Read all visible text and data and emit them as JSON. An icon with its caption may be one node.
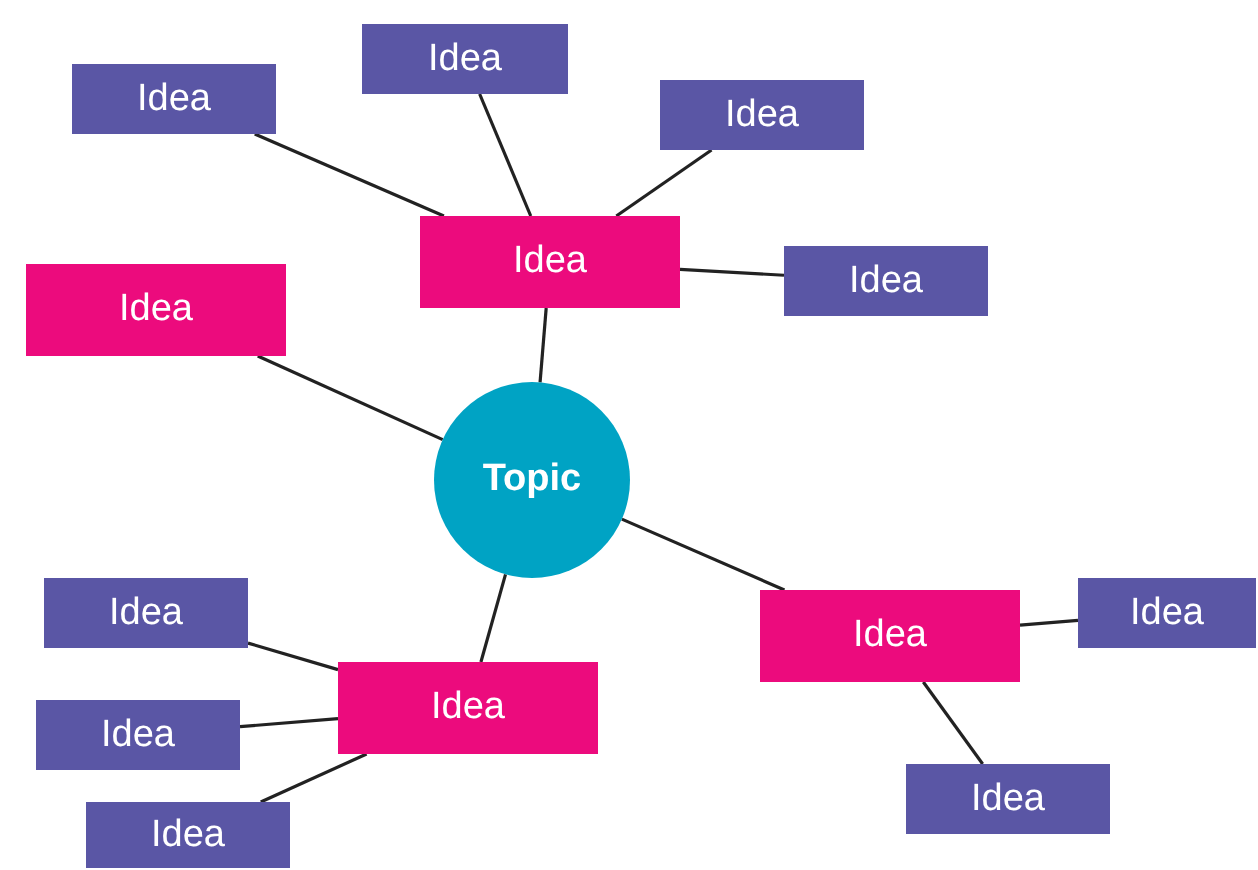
{
  "diagram": {
    "nodes": [
      {
        "text": [
          "Idea"
        ]
      },
      {
        "text": [
          "Idea"
        ]
      },
      {
        "text": [
          "Idea"
        ]
      },
      {
        "text": [
          "Idea"
        ]
      },
      {
        "text": [
          "Idea"
        ]
      },
      {
        "text": [
          "Idea"
        ]
      },
      {
        "text": [
          "Topic"
        ]
      },
      {
        "text": [
          "Idea"
        ]
      },
      {
        "text": [
          "Idea"
        ]
      },
      {
        "text": [
          "Idea"
        ]
      },
      {
        "text": [
          "Idea"
        ]
      },
      {
        "text": [
          "Idea"
        ]
      },
      {
        "text": [
          "Idea"
        ]
      },
      {
        "text": [
          "Idea"
        ]
      }
    ],
    "edges": [
      {
        "from": 6,
        "to": 3,
        "arrow": "none"
      },
      {
        "from": 6,
        "to": 5,
        "arrow": "none"
      },
      {
        "from": 6,
        "to": 10,
        "arrow": "none"
      },
      {
        "from": 6,
        "to": 9,
        "arrow": "none"
      },
      {
        "from": 3,
        "to": 0,
        "arrow": "none"
      },
      {
        "from": 3,
        "to": 1,
        "arrow": "none"
      },
      {
        "from": 3,
        "to": 2,
        "arrow": "none"
      },
      {
        "from": 3,
        "to": 4,
        "arrow": "none"
      },
      {
        "from": 10,
        "to": 7,
        "arrow": "none"
      },
      {
        "from": 10,
        "to": 11,
        "arrow": "none"
      },
      {
        "from": 10,
        "to": 13,
        "arrow": "none"
      },
      {
        "from": 9,
        "to": 8,
        "arrow": "none"
      },
      {
        "from": 9,
        "to": 12,
        "arrow": "none"
      }
    ]
  }
}
